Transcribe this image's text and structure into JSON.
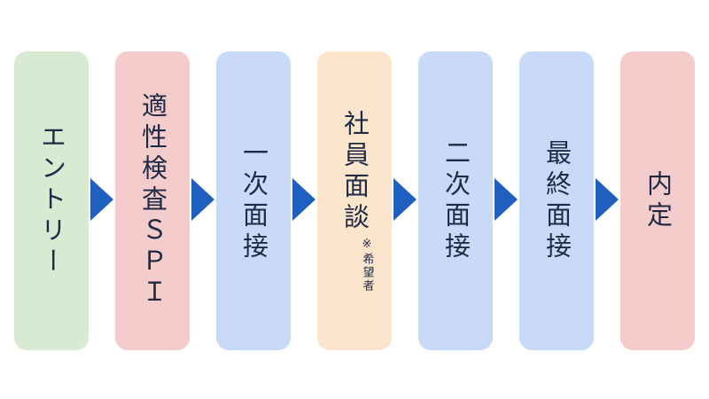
{
  "colors": {
    "green": "#d9ead3",
    "red": "#f4cccc",
    "blue": "#c9daf8",
    "orange": "#fce5cd",
    "arrow": "#1f5fbf"
  },
  "steps": [
    {
      "label": "エントリー",
      "color": "#d9ead3"
    },
    {
      "label": "適性検査ＳＰＩ",
      "color": "#f4cccc"
    },
    {
      "label": "一次面接",
      "color": "#c9daf8"
    },
    {
      "label": "社員面談",
      "note": "※希望者",
      "color": "#fce5cd"
    },
    {
      "label": "二次面接",
      "color": "#c9daf8"
    },
    {
      "label": "最終面接",
      "color": "#c9daf8"
    },
    {
      "label": "内定",
      "color": "#f4cccc"
    }
  ]
}
